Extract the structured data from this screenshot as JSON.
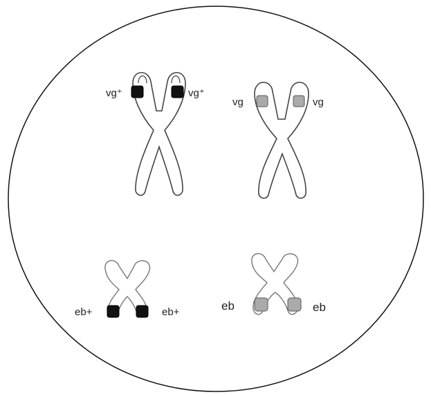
{
  "cell": {
    "chromosome_pairs": [
      {
        "id": "pair-vg-plus",
        "allele_label_left": "vg⁺",
        "allele_label_right": "vg⁺",
        "allele_marker_color": "#111111"
      },
      {
        "id": "pair-vg",
        "allele_label_left": "vg",
        "allele_label_right": "vg",
        "allele_marker_color": "#aaaaaa"
      },
      {
        "id": "pair-eb-plus",
        "allele_label_left": "eb+",
        "allele_label_right": "eb+",
        "allele_marker_color": "#111111"
      },
      {
        "id": "pair-eb",
        "allele_label_left": "eb",
        "allele_label_right": "eb",
        "allele_marker_color": "#aaaaaa"
      }
    ]
  }
}
